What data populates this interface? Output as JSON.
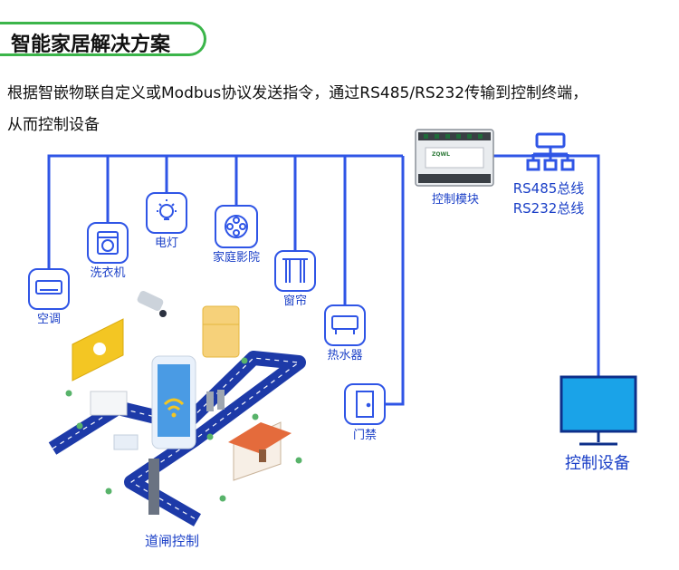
{
  "title": "智能家居解决方案",
  "description": {
    "line1": "根据智嵌物联自定义或Modbus协议发送指令，通过RS485/RS232传输到控制终端，",
    "line2": "从而控制设备"
  },
  "devices": [
    {
      "label": "空调",
      "icon": "air-conditioner-icon"
    },
    {
      "label": "洗衣机",
      "icon": "washing-machine-icon"
    },
    {
      "label": "电灯",
      "icon": "light-bulb-icon"
    },
    {
      "label": "家庭影院",
      "icon": "film-reel-icon"
    },
    {
      "label": "窗帘",
      "icon": "curtain-icon"
    },
    {
      "label": "热水器",
      "icon": "water-heater-icon"
    },
    {
      "label": "门禁",
      "icon": "door-icon"
    }
  ],
  "control_module": {
    "label": "控制模块",
    "brand": "ZQWL"
  },
  "bus": {
    "line1": "RS485总线",
    "line2": "RS232总线"
  },
  "control_device": {
    "label": "控制设备"
  },
  "scene_label": "道闸控制",
  "colors": {
    "line": "#2f55e6",
    "label": "#1a3fc7",
    "title_border": "#3bb54a",
    "path": "#1d3aa8",
    "monitor": "#1aa3e8"
  }
}
